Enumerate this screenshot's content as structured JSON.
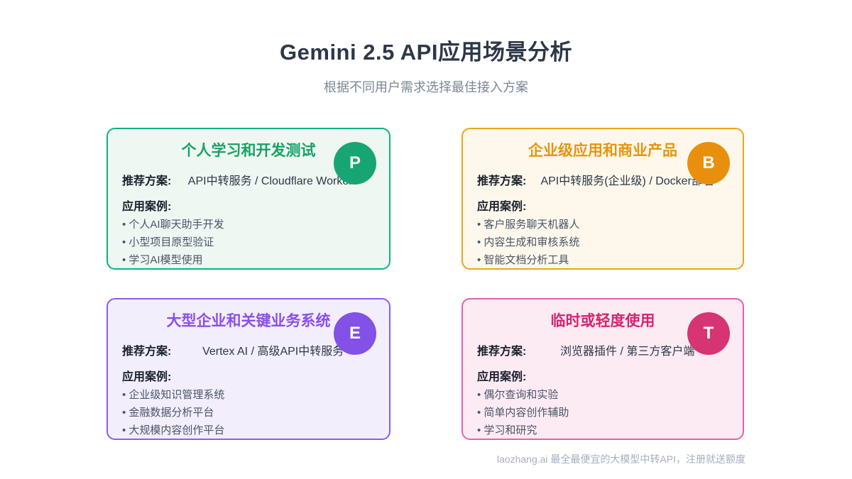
{
  "header": {
    "title": "Gemini 2.5 API应用场景分析",
    "subtitle": "根据不同用户需求选择最佳接入方案"
  },
  "labels": {
    "plan": "推荐方案:",
    "cases": "应用案例:"
  },
  "cards": [
    {
      "title": "个人学习和开发测试",
      "badge": "P",
      "plan": "API中转服务 / Cloudflare Workers",
      "cases": [
        "个人AI聊天助手开发",
        "小型项目原型验证",
        "学习AI模型使用"
      ],
      "colors": {
        "border": "#10B181",
        "bg": "#EFF7F2",
        "title": "#16A266",
        "badge": "#17A673"
      }
    },
    {
      "title": "企业级应用和商业产品",
      "badge": "B",
      "plan": "API中转服务(企业级) / Docker部署",
      "cases": [
        "客户服务聊天机器人",
        "内容生成和审核系统",
        "智能文档分析工具"
      ],
      "colors": {
        "border": "#EBA51F",
        "bg": "#FDF8EB",
        "title": "#E8940E",
        "badge": "#E8900D"
      }
    },
    {
      "title": "大型企业和关键业务系统",
      "badge": "E",
      "plan": "Vertex AI / 高级API中转服务",
      "cases": [
        "企业级知识管理系统",
        "金融数据分析平台",
        "大规模内容创作平台"
      ],
      "colors": {
        "border": "#8C5CF0",
        "bg": "#F2EEFB",
        "title": "#8B4FE8",
        "badge": "#8351E5"
      }
    },
    {
      "title": "临时或轻度使用",
      "badge": "T",
      "plan": "浏览器插件 / 第三方客户端",
      "cases": [
        "偶尔查询和实验",
        "简单内容创作辅助",
        "学习和研究"
      ],
      "colors": {
        "border": "#E85FAC",
        "bg": "#FDEBF4",
        "title": "#D6246F",
        "badge": "#D63472"
      }
    }
  ],
  "footer": {
    "text": "laozhang.ai 最全最便宜的大模型中转API，注册就送额度"
  }
}
